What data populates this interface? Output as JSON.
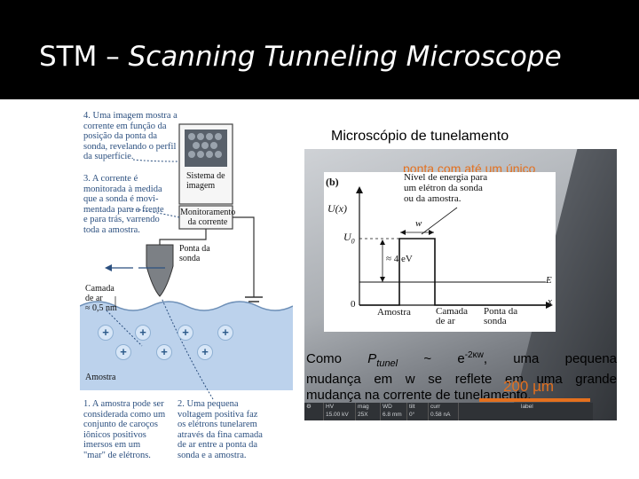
{
  "slide": {
    "title_main": "STM – ",
    "title_italic": "Scanning Tunneling Microscope"
  },
  "diagram": {
    "step4": [
      "4. Uma imagem mostra a",
      "corrente em função da",
      "posição da ponta da",
      "sonda, revelando o perfil",
      "da superfície."
    ],
    "step3": [
      "3. A corrente é",
      "monitorada à medida",
      "que a sonda é movi-",
      "mentada para a frente",
      "e para trás, varrendo",
      "toda a amostra."
    ],
    "step1": [
      "1. A amostra pode ser",
      "considerada como um",
      "conjunto de caroços",
      "iônicos positivos",
      "imersos em um",
      "\"mar\" de elétrons."
    ],
    "step2": [
      "2. Uma pequena",
      "voltagem positiva faz",
      "os elétrons tunelarem",
      "através da fina camada",
      "de ar entre a ponta da",
      "sonda e a amostra."
    ],
    "imaging_system": [
      "Sistema de",
      "imagem"
    ],
    "current_monitor": [
      "Monitoramento",
      "da corrente"
    ],
    "probe_tip": [
      "Ponta da",
      "sonda"
    ],
    "air_layer": [
      "Camada",
      "de ar",
      "≈ 0,5 nm"
    ],
    "sample": "Amostra",
    "plus": "+"
  },
  "figure": {
    "caption": "Microscópio de tunelamento",
    "overlay_text": "ponta com até um único",
    "panel_label": "(b)",
    "energy_label": [
      "Nível de energia para",
      "um elétron da sonda",
      "ou da amostra."
    ],
    "ux": "U(x)",
    "u0": "U",
    "u0_sub": "0",
    "w": "w",
    "ev": "≈ 4 eV",
    "e": "E",
    "zero": "0",
    "x": "x",
    "region_sample": "Amostra",
    "region_air": [
      "Camada",
      "de ar"
    ],
    "region_tip": [
      "Ponta da",
      "sonda"
    ]
  },
  "databar": {
    "cells": [
      {
        "top": "HV",
        "bottom": "15.00 kV"
      },
      {
        "top": "mag",
        "bottom": "25X"
      },
      {
        "top": "WD",
        "bottom": "6.8 mm"
      },
      {
        "top": "tilt",
        "bottom": "0°"
      },
      {
        "top": "curr",
        "bottom": "0.58 nA"
      },
      {
        "top": "",
        "bottom": "label"
      }
    ]
  },
  "body": {
    "prefix": "Como ",
    "p": "P",
    "p_sub": "tunel",
    "tilde": " ~ e",
    "exponent": "-2κw",
    "rest1": ", uma pequena",
    "line2": "mudança em w se reflete em uma grande",
    "line3": "mudança na corrente de tunelamento."
  },
  "scale": "200 µm",
  "colors": {
    "header": "#000000",
    "diagram_text": "#2b4f7f",
    "accent": "#e4701e"
  }
}
